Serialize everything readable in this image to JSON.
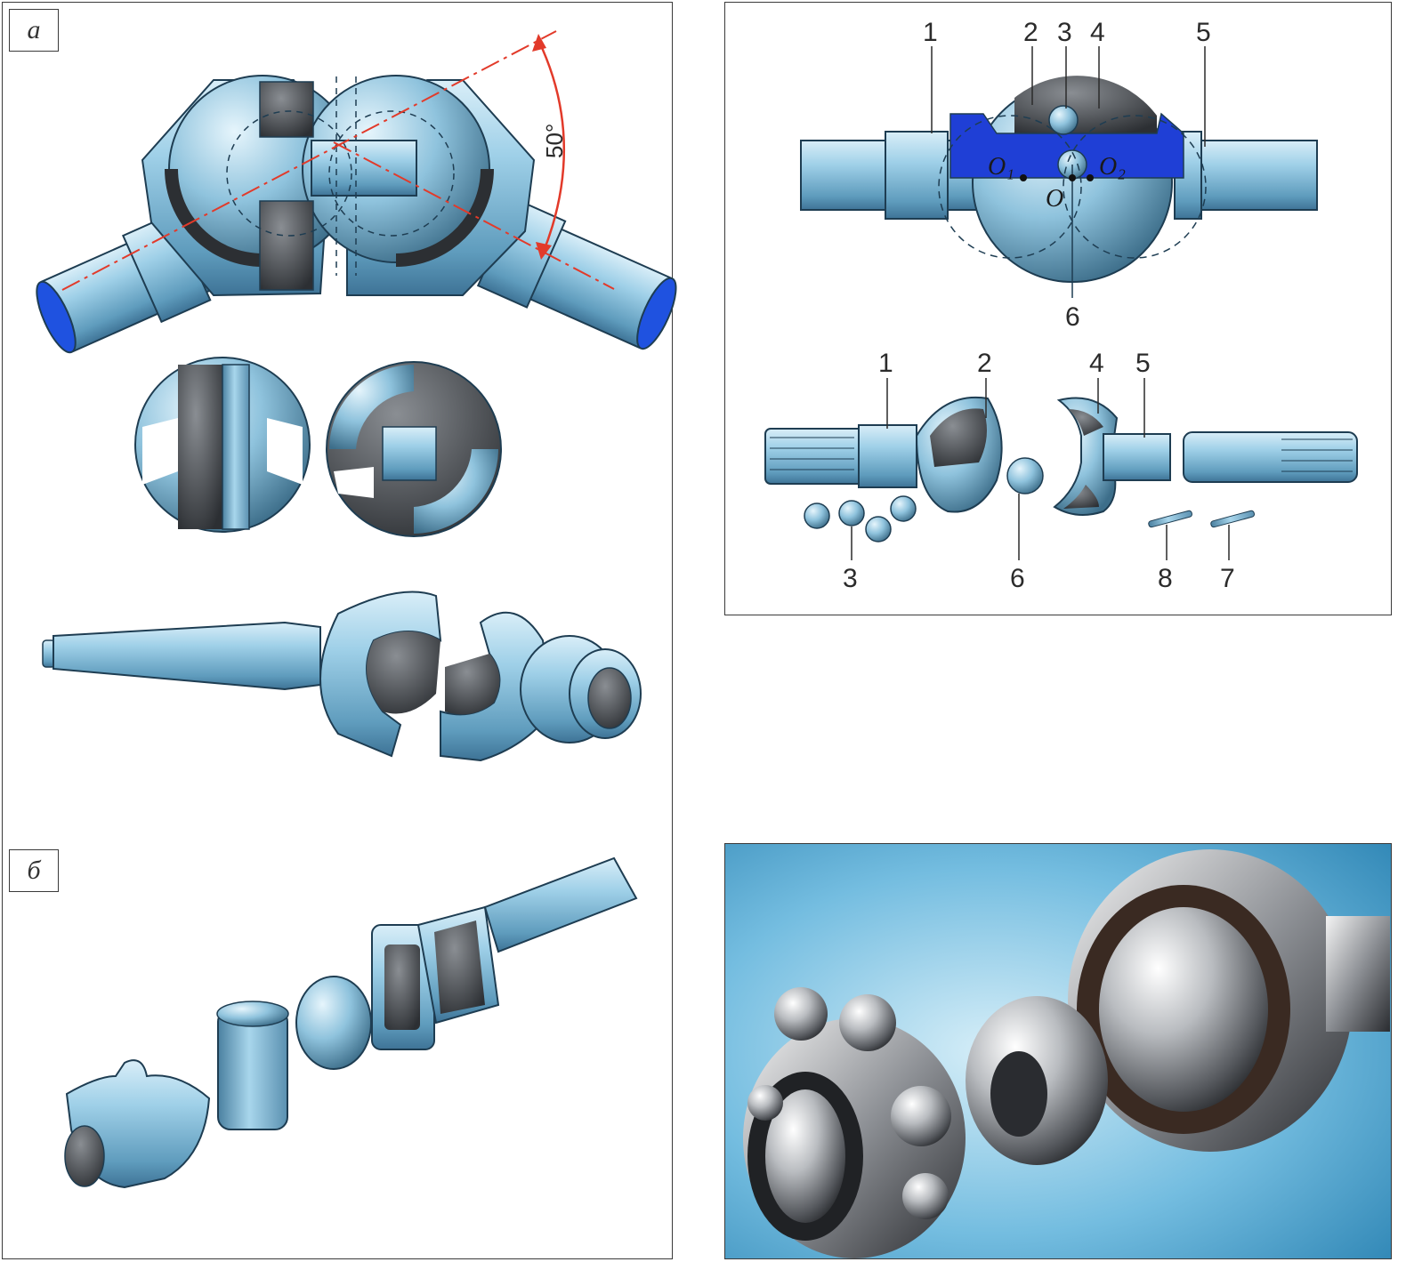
{
  "panels": {
    "a": {
      "tag": "а",
      "angle_label": "50°"
    },
    "b": {
      "tag": "б"
    }
  },
  "assembled": {
    "callouts": [
      "1",
      "2",
      "3",
      "4",
      "5",
      "6"
    ],
    "centers": {
      "o1": "O₁",
      "o2": "O₂",
      "o": "O"
    }
  },
  "exploded": {
    "callouts": [
      "1",
      "2",
      "4",
      "5",
      "3",
      "6",
      "8",
      "7"
    ]
  },
  "colors": {
    "metal": "#8fc3dd",
    "metal_dark": "#3f6f89",
    "inner": "#4a4d52",
    "blue_highlight": "#1f3fd6",
    "axis_red": "#e23a2a",
    "photo_bg": "#3f9cc7"
  }
}
